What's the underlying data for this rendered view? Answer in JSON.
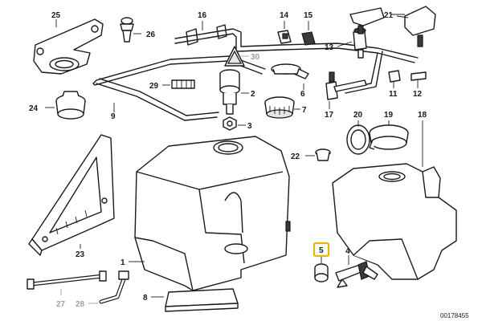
{
  "diagram": {
    "reference_code": "00178455",
    "highlighted_part": "5",
    "highlight_color": "#e8b400",
    "callouts": [
      {
        "num": "1",
        "grey": false
      },
      {
        "num": "2",
        "grey": false
      },
      {
        "num": "3",
        "grey": false
      },
      {
        "num": "4",
        "grey": false
      },
      {
        "num": "5",
        "grey": false
      },
      {
        "num": "6",
        "grey": false
      },
      {
        "num": "7",
        "grey": false
      },
      {
        "num": "8",
        "grey": false
      },
      {
        "num": "9",
        "grey": false
      },
      {
        "num": "11",
        "grey": false
      },
      {
        "num": "12",
        "grey": false
      },
      {
        "num": "13",
        "grey": false
      },
      {
        "num": "14",
        "grey": false
      },
      {
        "num": "15",
        "grey": false
      },
      {
        "num": "16",
        "grey": false
      },
      {
        "num": "17",
        "grey": false
      },
      {
        "num": "18",
        "grey": false
      },
      {
        "num": "19",
        "grey": false
      },
      {
        "num": "20",
        "grey": false
      },
      {
        "num": "21",
        "grey": false
      },
      {
        "num": "22",
        "grey": false
      },
      {
        "num": "23",
        "grey": false
      },
      {
        "num": "24",
        "grey": false
      },
      {
        "num": "25",
        "grey": false
      },
      {
        "num": "26",
        "grey": false
      },
      {
        "num": "27",
        "grey": true
      },
      {
        "num": "28",
        "grey": true
      },
      {
        "num": "29",
        "grey": false
      },
      {
        "num": "30",
        "grey": true
      }
    ]
  }
}
